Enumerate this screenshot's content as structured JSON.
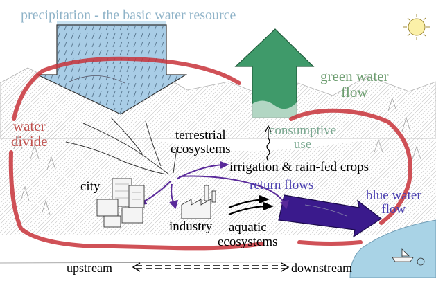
{
  "title": "precipitation - the basic water resource",
  "labels": {
    "water_divide": [
      "water",
      "divide"
    ],
    "green_water_flow": [
      "green water",
      "flow"
    ],
    "consumptive_use": [
      "consumptive",
      "use"
    ],
    "terrestrial_ecosystems": [
      "terrestrial",
      "ecosystems"
    ],
    "irrigation": "irrigation & rain-fed crops",
    "return_flows": "return flows",
    "city": "city",
    "blue_water_flow": [
      "blue water",
      "flow"
    ],
    "industry": "industry",
    "aquatic_ecosystems": [
      "aquatic",
      "ecosystems"
    ],
    "upstream": "upstream",
    "downstream": "downstream"
  },
  "colors": {
    "rain_box": "#a9cde6",
    "green_arrow": "#3f9a6a",
    "blue_arrow": "#3a1a8c",
    "divide_line": "#c8323a",
    "water": "#a9d3e6",
    "purple_arrows": "#5a2a9a",
    "sun": "#fbf0a8"
  },
  "icons": [
    "sun-icon",
    "rain-arrow",
    "green-water-arrow",
    "blue-water-arrow",
    "city-buildings-icon",
    "factory-icon",
    "boat-icon"
  ]
}
